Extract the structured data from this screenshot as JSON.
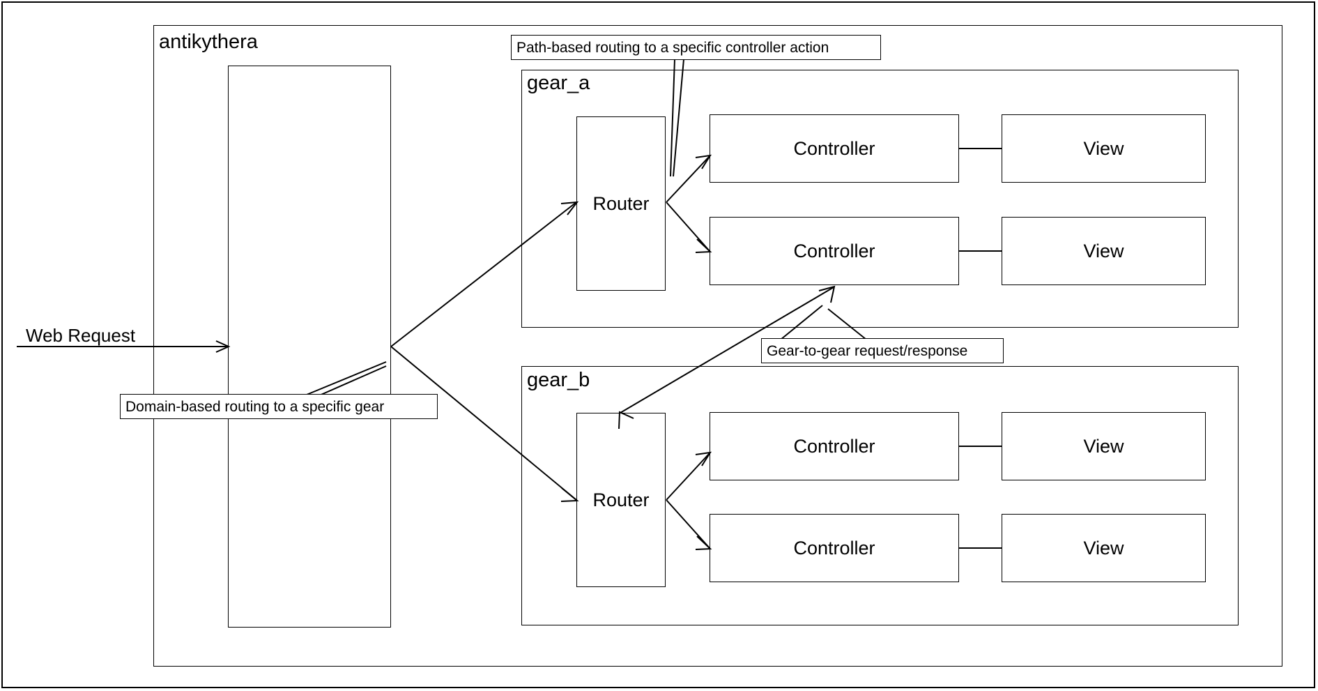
{
  "diagram": {
    "title": "antikythera",
    "root_container_label": "antikythera",
    "entry_label": "Web Request",
    "gears": [
      {
        "id": "gear_a",
        "label": "gear_a",
        "router_label": "Router",
        "rows": [
          {
            "controller_label": "Controller",
            "view_label": "View"
          },
          {
            "controller_label": "Controller",
            "view_label": "View"
          }
        ]
      },
      {
        "id": "gear_b",
        "label": "gear_b",
        "router_label": "Router",
        "rows": [
          {
            "controller_label": "Controller",
            "view_label": "View"
          },
          {
            "controller_label": "Controller",
            "view_label": "View"
          }
        ]
      }
    ],
    "annotations": [
      {
        "id": "path-based-routing",
        "text": "Path-based routing to a specific controller action"
      },
      {
        "id": "domain-based-routing",
        "text": "Domain-based routing to a specific gear"
      },
      {
        "id": "gear-to-gear",
        "text": "Gear-to-gear request/response"
      }
    ],
    "colors": {
      "stroke": "#000000",
      "background": "#ffffff",
      "text": "#000000"
    }
  }
}
